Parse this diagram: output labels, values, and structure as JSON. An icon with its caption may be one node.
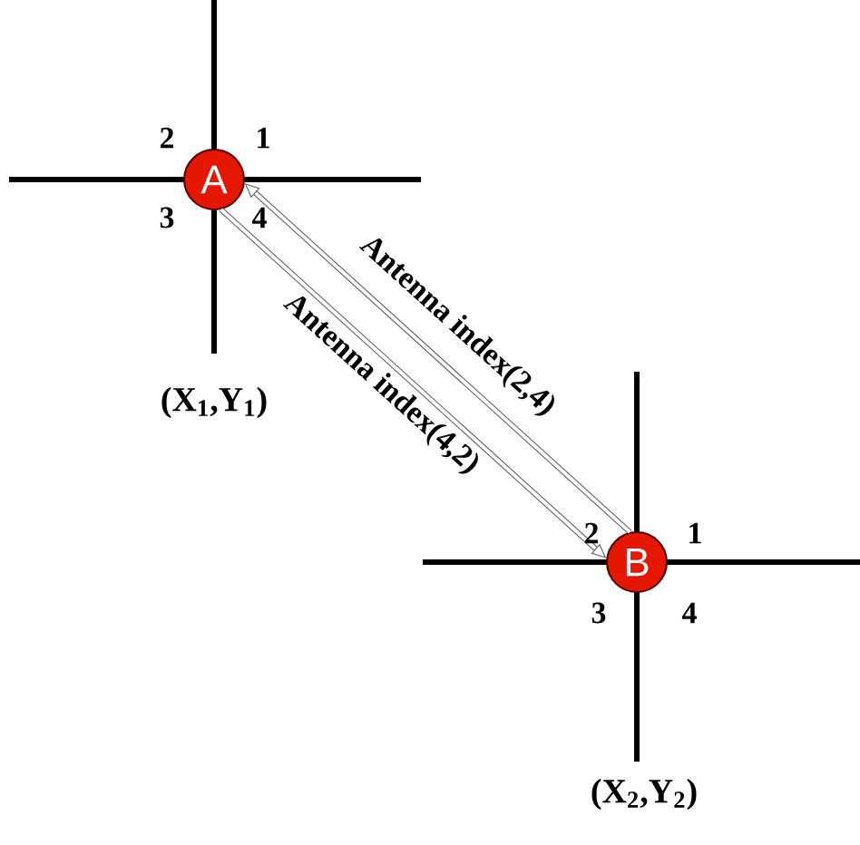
{
  "diagram": {
    "nodes": [
      {
        "text": [
          "A"
        ]
      },
      {
        "text": [
          "B"
        ]
      }
    ],
    "edges": [
      {
        "from": 1,
        "to": 0,
        "arrow": "to",
        "label": "Antenna index(2,4)"
      },
      {
        "from": 0,
        "to": 1,
        "arrow": "to",
        "label": "Antenna index(4,2)"
      }
    ],
    "labels": [
      "2",
      "1",
      "3",
      "4",
      "(X$_{1}$,Y$_{1}$)",
      "2",
      "1",
      "3",
      "4",
      "(X$_{2}$,Y$_{2}$)"
    ]
  }
}
